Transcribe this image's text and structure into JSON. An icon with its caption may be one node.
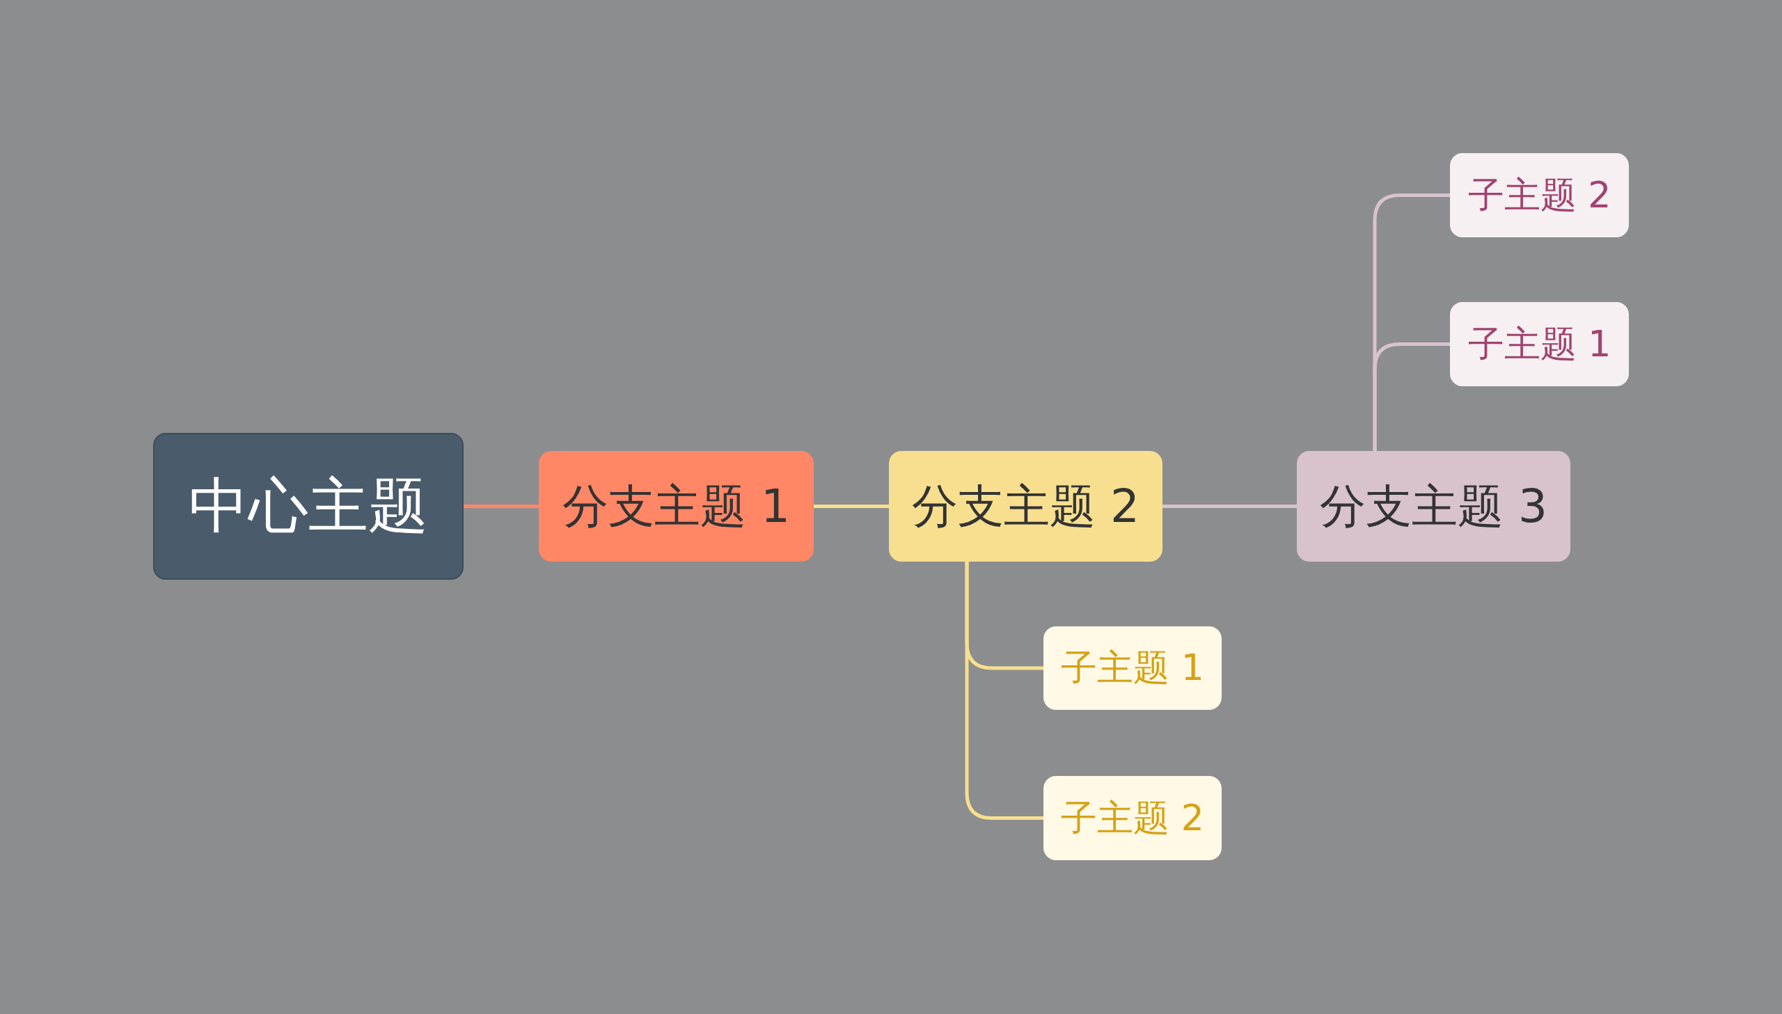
{
  "diagram": {
    "nodes": [
      {
        "text": [
          "中心主题"
        ]
      },
      {
        "text": [
          "分支主题 1"
        ]
      },
      {
        "text": [
          "分支主题 2"
        ]
      },
      {
        "text": [
          "分支主题 3"
        ]
      },
      {
        "text": [
          "子主题 2"
        ]
      },
      {
        "text": [
          "子主题 1"
        ]
      },
      {
        "text": [
          "子主题 1"
        ]
      },
      {
        "text": [
          "子主题 2"
        ]
      }
    ],
    "edges": [
      {
        "from": 0,
        "to": 1,
        "arrow": "none",
        "color": "#ff8766"
      },
      {
        "from": 1,
        "to": 2,
        "arrow": "none",
        "color": "#f7df8f"
      },
      {
        "from": 2,
        "to": 3,
        "arrow": "none",
        "color": "#d8c3cd"
      },
      {
        "from": 3,
        "to": 4,
        "arrow": "none",
        "color": "#d8c3cd"
      },
      {
        "from": 3,
        "to": 5,
        "arrow": "none",
        "color": "#d8c3cd"
      },
      {
        "from": 2,
        "to": 6,
        "arrow": "none",
        "color": "#f7df8f"
      },
      {
        "from": 2,
        "to": 7,
        "arrow": "none",
        "color": "#f7df8f"
      }
    ]
  }
}
